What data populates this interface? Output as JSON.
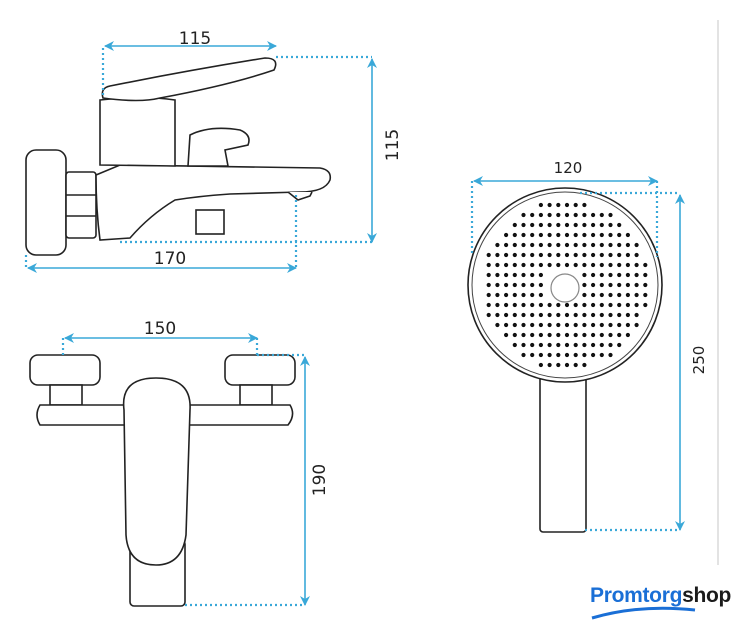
{
  "dimensions": {
    "side_lever_width": "115",
    "side_height": "115",
    "side_length": "170",
    "front_width": "150",
    "front_height": "190",
    "shower_head_diameter": "120",
    "shower_length": "250"
  },
  "logo": {
    "part1": "Promtorg",
    "part2": "shop"
  },
  "colors": {
    "dimension": "#3aa8d8",
    "logo_blue": "#1a6fd6",
    "logo_dark": "#1b1b1b"
  }
}
